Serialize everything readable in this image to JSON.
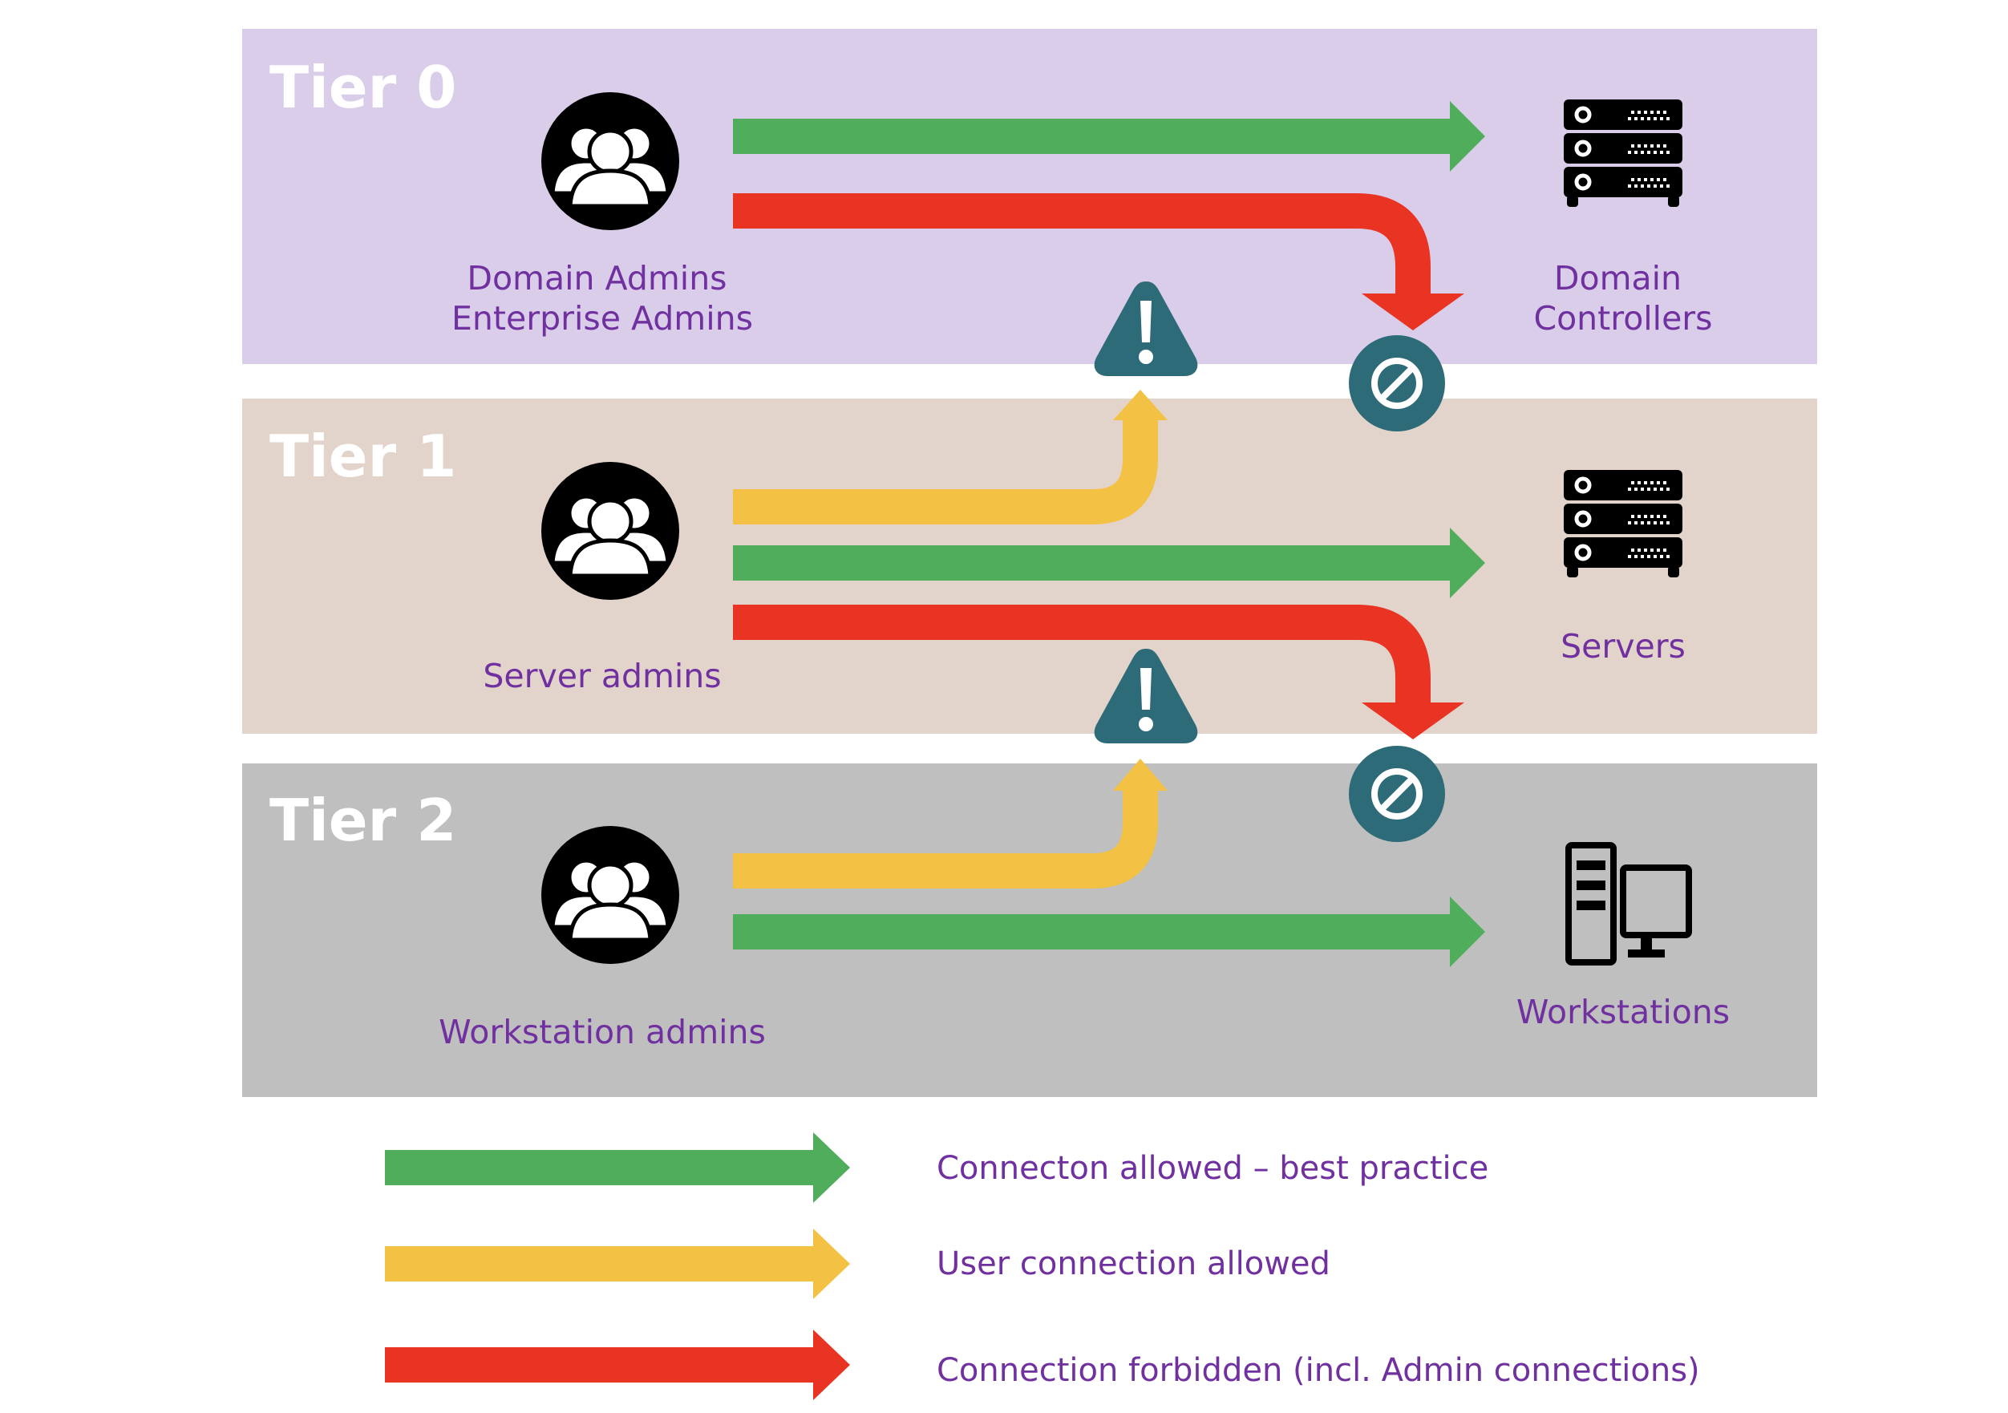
{
  "tiers": [
    {
      "title": "Tier 0",
      "admins_label": [
        "Domain Admins",
        "Enterprise Admins"
      ],
      "targets_label": [
        "Domain",
        "Controllers"
      ],
      "background": "#d9cde9"
    },
    {
      "title": "Tier 1",
      "admins_label": [
        "Server admins"
      ],
      "targets_label": [
        "Servers"
      ],
      "background": "#e2d4cb"
    },
    {
      "title": "Tier 2",
      "admins_label": [
        "Workstation admins"
      ],
      "targets_label": [
        "Workstations"
      ],
      "background": "#bfbfbf"
    }
  ],
  "legend": [
    {
      "label": "Connecton allowed – best practice",
      "color": "#4fad5b"
    },
    {
      "label": "User connection allowed",
      "color": "#f3c143"
    },
    {
      "label": "Connection forbidden (incl. Admin connections)",
      "color": "#e93323"
    }
  ],
  "colors": {
    "allowed": "#4fad5b",
    "user_allowed": "#f3c143",
    "forbidden": "#e93323",
    "warning_icon": "#2e6b78",
    "block_icon": "#2e6b78",
    "text": "#7030a0"
  },
  "icons": [
    "users-group-icon",
    "server-rack-icon",
    "workstation-icon",
    "warning-icon",
    "no-entry-icon"
  ]
}
